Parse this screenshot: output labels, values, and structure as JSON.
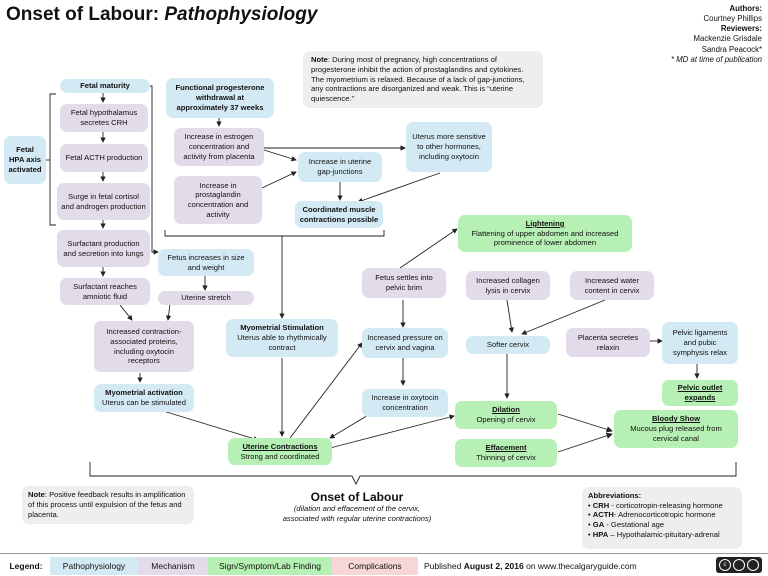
{
  "header": {
    "title_main": "Onset of Labour: ",
    "title_italic": "Pathophysiology",
    "authors_label": "Authors:",
    "author1": "Courtney Phillips",
    "reviewers_label": "Reviewers:",
    "reviewer1": "Mackenzie Grisdale",
    "reviewer2": "Sandra Peacock*",
    "footnote": "* MD at time of publication"
  },
  "note_top": {
    "label": "Note",
    "text": ": During most of pregnancy, high concentrations of progesterone inhibit the action of prostaglandins and cytokines. The myometrium is relaxed. Because of a lack of gap-junctions, any contractions are disorganized and weak. This is “uterine quiescence.”"
  },
  "nodes": {
    "fetal_hpa": "Fetal HPA axis activated",
    "fetal_maturity": "Fetal maturity",
    "hypothalamus": "Fetal hypothalamus secretes CRH",
    "acth": "Fetal ACTH production",
    "cortisol": "Surge in fetal cortisol and androgen production",
    "surfactant": "Surfactant production and secretion into lungs",
    "surfactant_fluid": "Surfactant reaches amniotic fluid",
    "progesterone": "Functional progesterone withdrawal at approximately 37 weeks",
    "estrogen": "Increase in estrogen concentration and activity from placenta",
    "prostaglandin": "Increase in prostaglandin concentration and activity",
    "gap_junctions": "Increase in uterine gap-junctions",
    "oxytocin_sensitive": "Uterus more sensitive to other hormones, including oxytocin",
    "coordinated": "Coordinated muscle contractions possible",
    "fetus_size": "Fetus increases in size and weight",
    "uterine_stretch": "Uterine stretch",
    "contraction_proteins": "Increased contraction-associated proteins, including oxytocin receptors",
    "myo_activation_title": "Myometrial activation",
    "myo_activation_text": "Uterus can be stimulated",
    "myo_stim_title": "Myometrial Stimulation",
    "myo_stim_text": "Uterus able to rhythmically contract",
    "uterine_contr_title": "Uterine Contractions",
    "uterine_contr_text": "Strong and coordinated",
    "lightening_title": "Lightening",
    "lightening_text": "Flattening of upper abdomen and increased prominence of lower abdomen",
    "fetus_settles": "Fetus settles into pelvic brim",
    "collagen": "Increased collagen lysis in cervix",
    "water": "Increased water content in cervix",
    "pressure": "Increased pressure on cervix and vagina",
    "softer": "Softer cervix",
    "relaxin": "Placenta secretes relaxin",
    "pelvic_lig": "Pelvic ligaments and pubic symphysis relax",
    "pelvic_outlet": "Pelvic outlet expands",
    "oxytocin_conc": "Increase in oxytocin concentration",
    "dilation_title": "Dilation",
    "dilation_text": "Opening of cervix",
    "effacement_title": "Effacement",
    "effacement_text": "Thinning of cervix",
    "bloody_title": "Bloody Show",
    "bloody_text": "Mucous plug released from cervical canal"
  },
  "bottom": {
    "note_label": "Note",
    "note_text": ": Positive feedback results in amplification of this process until expulsion of the fetus and placenta.",
    "onset_title": "Onset of Labour",
    "onset_sub1": "(dilation and effacement of the cervix,",
    "onset_sub2": "associated with regular uterine contractions)",
    "abbr_title": "Abbreviations:",
    "abbr": [
      {
        "k": "CRH",
        "v": " - corticotropin-releasing hormone"
      },
      {
        "k": "ACTH",
        "v": "- Adrenocorticotropic hormone"
      },
      {
        "k": "GA",
        "v": " - Gestational age"
      },
      {
        "k": "HPA",
        "v": " – Hypothalamic-pituitary-adrenal"
      }
    ]
  },
  "legend": {
    "label": "Legend:",
    "pathophysiology": "Pathophysiology",
    "mechanism": "Mechanism",
    "sign": "Sign/Symptom/Lab Finding",
    "complications": "Complications",
    "published_pre": "Published ",
    "published_date": "August 2, 2016",
    "published_post": " on www.thecalgaryguide.com"
  },
  "colors": {
    "pathophysiology": "#d3eaf4",
    "mechanism": "#e2dcea",
    "sign": "#b6f0b4",
    "complications": "#f6d6d6"
  }
}
